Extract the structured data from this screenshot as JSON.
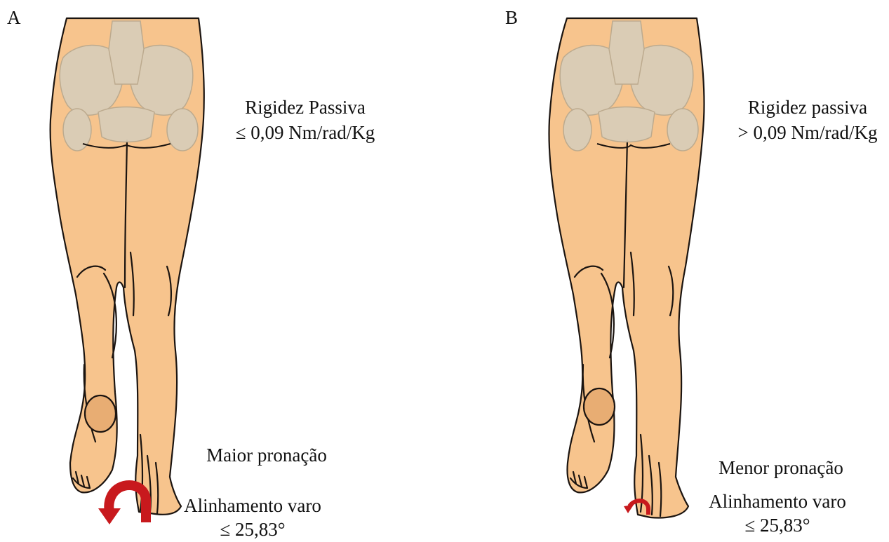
{
  "panels": [
    {
      "letter": "A",
      "stiffness_label": "Rigidez Passiva",
      "stiffness_value": "≤ 0,09 Nm/rad/Kg",
      "pronation_label": "Maior pronação",
      "alignment_label": "Alinhamento varo",
      "alignment_value": "≤ 25,83°"
    },
    {
      "letter": "B",
      "stiffness_label": "Rigidez passiva",
      "stiffness_value": "> 0,09 Nm/rad/Kg",
      "pronation_label": "Menor pronação",
      "alignment_label": "Alinhamento varo",
      "alignment_value": "≤ 25,83°"
    }
  ],
  "colors": {
    "skin": "#f7c48d",
    "skin_shade": "#e8ad73",
    "bone": "#d9cdb8",
    "outline": "#1b1410",
    "arrow": "#c8191d"
  },
  "icons": {
    "pronation_arrow_a": "large-curved-arrow-icon",
    "pronation_arrow_b": "small-curved-arrow-icon"
  }
}
